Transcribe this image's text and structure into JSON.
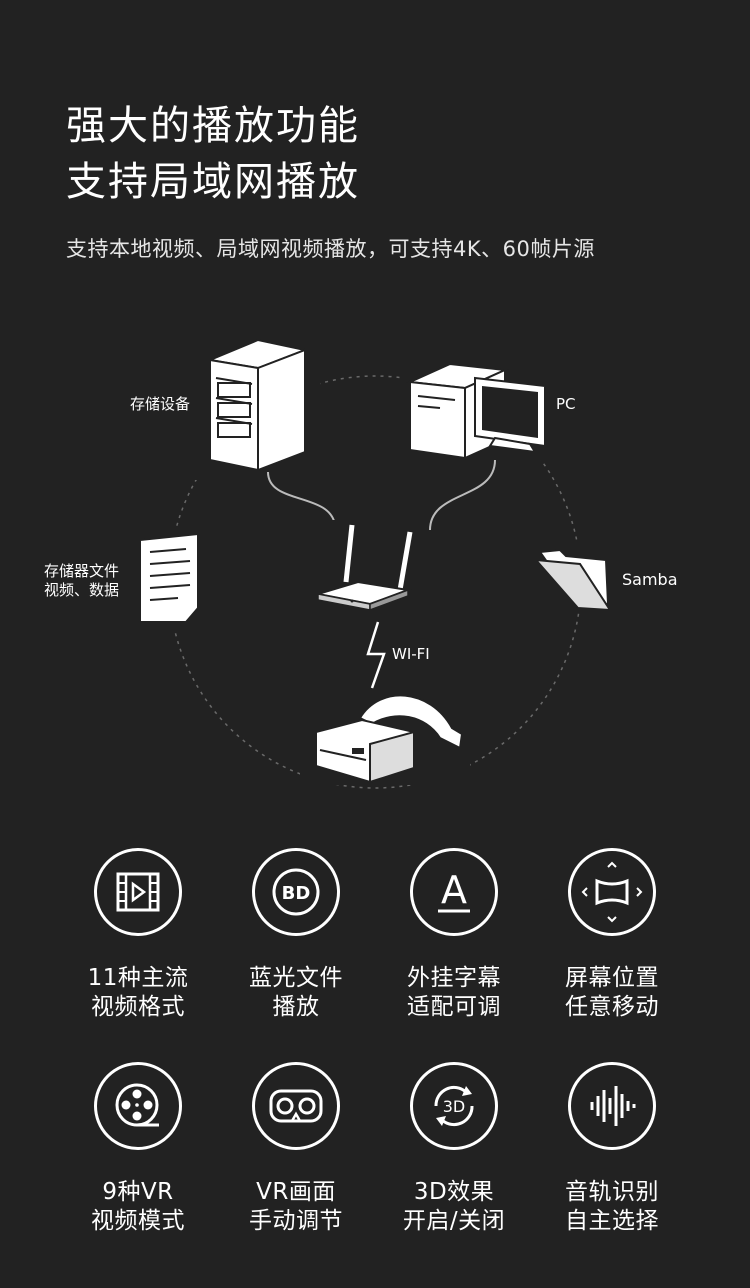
{
  "headline": {
    "line1": "强大的播放功能",
    "line2": "支持局域网播放"
  },
  "subtitle": "支持本地视频、局域网视频播放，可支持4K、60帧片源",
  "diagram": {
    "storage_device": "存储设备",
    "pc": "PC",
    "storage_files_line1": "存储器文件",
    "storage_files_line2": "视频、数据",
    "samba": "Samba",
    "wifi": "WI-FI",
    "icons": [
      "server-icon",
      "pc-icon",
      "document-icon",
      "folder-icon",
      "router-icon",
      "wifi-bolt-icon",
      "vr-headset-icon"
    ]
  },
  "features": [
    {
      "icon": "video-format-icon",
      "line1": "11种主流",
      "line2": "视频格式"
    },
    {
      "icon": "bluray-icon",
      "line1": "蓝光文件",
      "line2": "播放",
      "icon_text": "BD"
    },
    {
      "icon": "subtitle-icon",
      "line1": "外挂字幕",
      "line2": "适配可调",
      "icon_text": "A"
    },
    {
      "icon": "screen-move-icon",
      "line1": "屏幕位置",
      "line2": "任意移动"
    },
    {
      "icon": "film-reel-icon",
      "line1": "9种VR",
      "line2": "视频模式"
    },
    {
      "icon": "vr-glasses-icon",
      "line1": "VR画面",
      "line2": "手动调节"
    },
    {
      "icon": "3d-toggle-icon",
      "line1": "3D效果",
      "line2": "开启/关闭",
      "icon_text": "3D"
    },
    {
      "icon": "audio-track-icon",
      "line1": "音轨识别",
      "line2": "自主选择"
    }
  ],
  "colors": {
    "background": "#222222",
    "foreground": "#ffffff"
  }
}
